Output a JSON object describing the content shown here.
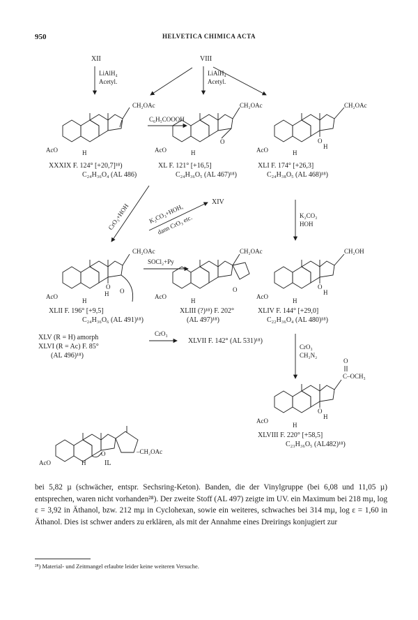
{
  "header": {
    "page_number": "950",
    "journal_title": "HELVETICA CHIMICA ACTA"
  },
  "scheme": {
    "top_labels": {
      "left": "XII",
      "right": "VIII"
    },
    "reagents": {
      "lialh4_left": "LiAlH₄",
      "acetyl_left": "Acetyl.",
      "lialh4_right": "LiAlH₄",
      "acetyl_right": "Acetyl.",
      "peracid": "C₆H₅COOOH",
      "cro3_hoh": "CrO₃+HOH",
      "k2co3_hoh_cro3": "K₂CO₃+HOH,",
      "dann_cro3": "dann CrO₃ etc.",
      "xiv": "XIV",
      "k2co3": "K₂CO₃",
      "hoh": "HOH",
      "socl2_py": "SOCl₂+Py",
      "cro3_mid": "CrO₃",
      "cro3_right": "CrO₃",
      "ch2n2": "CH₂N₂"
    },
    "groups": {
      "ch2oac": "CH₂OAc",
      "ch2oh": "CH₂OH",
      "aco": "AcO",
      "h": "H",
      "o": "O",
      "coch3": "C–OCH₃",
      "ch2oac_il": "–CH₂OAc"
    },
    "compounds": [
      {
        "id": "XXXIX",
        "line1": "XXXIX F. 124° [+20,7]¹⁸)",
        "line2": "C₂₄H₃₆O₄ (AL 486)"
      },
      {
        "id": "XL",
        "line1": "XL F. 121° [+16,5]",
        "line2": "C₂₄H₃₆O₅ (AL 467)¹⁸)"
      },
      {
        "id": "XLI",
        "line1": "XLI F. 174° [+26,3]",
        "line2": "C₂₄H₃₈O₅ (AL 468)¹⁸)"
      },
      {
        "id": "XLII",
        "line1": "XLII F. 196° [+9,5]",
        "line2": "C₂₄H₃₆O₆ (AL 491)¹⁸)"
      },
      {
        "id": "XLIII",
        "line1": "XLIII (?)¹⁸) F. 202°",
        "line2": "(AL 497)¹⁸)"
      },
      {
        "id": "XLIV",
        "line1": "XLIV F. 144° [+29,0]",
        "line2": "C₂₂H₃₆O₄ (AL 480)¹⁸)"
      },
      {
        "id": "XLV",
        "line1": "XLV (R = H) amorph"
      },
      {
        "id": "XLVI",
        "line1": "XLVI (R = Ac) F. 85°",
        "line2": "(AL 496)¹⁸)"
      },
      {
        "id": "XLVII",
        "line1": "XLVII F. 142° (AL 531)¹⁸)"
      },
      {
        "id": "XLVIII",
        "line1": "XLVIII F. 220° [+58,5]",
        "line2": "C₂₃H₃₆O₅ (AL482)¹⁸)"
      },
      {
        "id": "IL",
        "line1": "IL"
      }
    ]
  },
  "body": {
    "paragraph": "bei 5,82 µ (schwächer, entspr. Sechsring-Keton). Banden, die der Vinylgruppe (bei 6,08 und 11,05 µ) entsprechen, waren nicht vorhanden²⁸). Der zweite Stoff (AL 497) zeigte im UV. ein Maximum bei 218 mµ, log ε = 3,92 in Äthanol, bzw. 212 mµ in Cyclohexan, sowie ein weiteres, schwaches bei 314 mµ, log ε = 1,60 in Äthanol. Dies ist schwer anders zu erklären, als mit der Annahme eines Dreirings konjugiert zur"
  },
  "footnote": {
    "number": "²⁸)",
    "text": "Material- und Zeitmangel erlaubte leider keine weiteren Versuche."
  }
}
